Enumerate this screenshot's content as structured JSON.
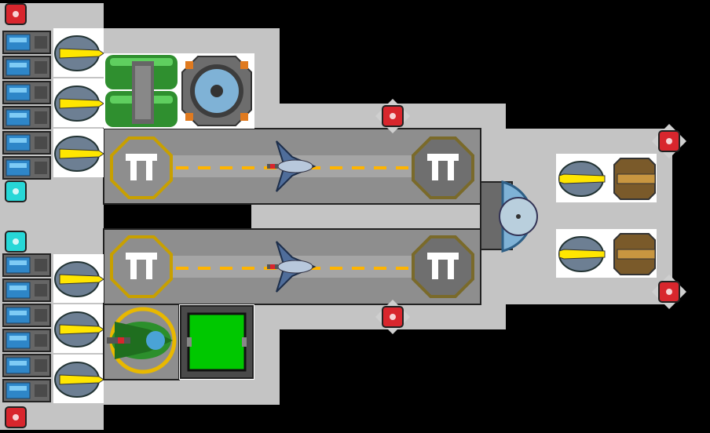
{
  "scene": {
    "background": "#000000",
    "hull_color": "#c4c4c4",
    "deck_color": "#969696",
    "runway_color": "#a8a8a8",
    "pad_gold": "#c8a000",
    "pad_gray": "#7a6a2a",
    "runway_dash": "#ffb400",
    "weapon_yellow": "#ffe600",
    "reactor_green": "#22cc22",
    "sensor_cyan": "#27d7d7",
    "warning_red": "#d8262d"
  },
  "ship": {
    "hangars": [
      {
        "name": "upper-hangar",
        "landing_pad_icon": "pad-pi-glyph",
        "parked_craft": "fighter-icon"
      },
      {
        "name": "lower-hangar",
        "landing_pad_icon": "pad-pi-glyph",
        "parked_craft": "fighter-icon"
      }
    ],
    "modules": [
      "cannon-turret",
      "capacitor-bank",
      "reactor-cylinders",
      "shield-generator",
      "cockpit-dome",
      "green-fighter",
      "reactor-core",
      "rail-turret",
      "warning-light",
      "sensor-light"
    ]
  }
}
